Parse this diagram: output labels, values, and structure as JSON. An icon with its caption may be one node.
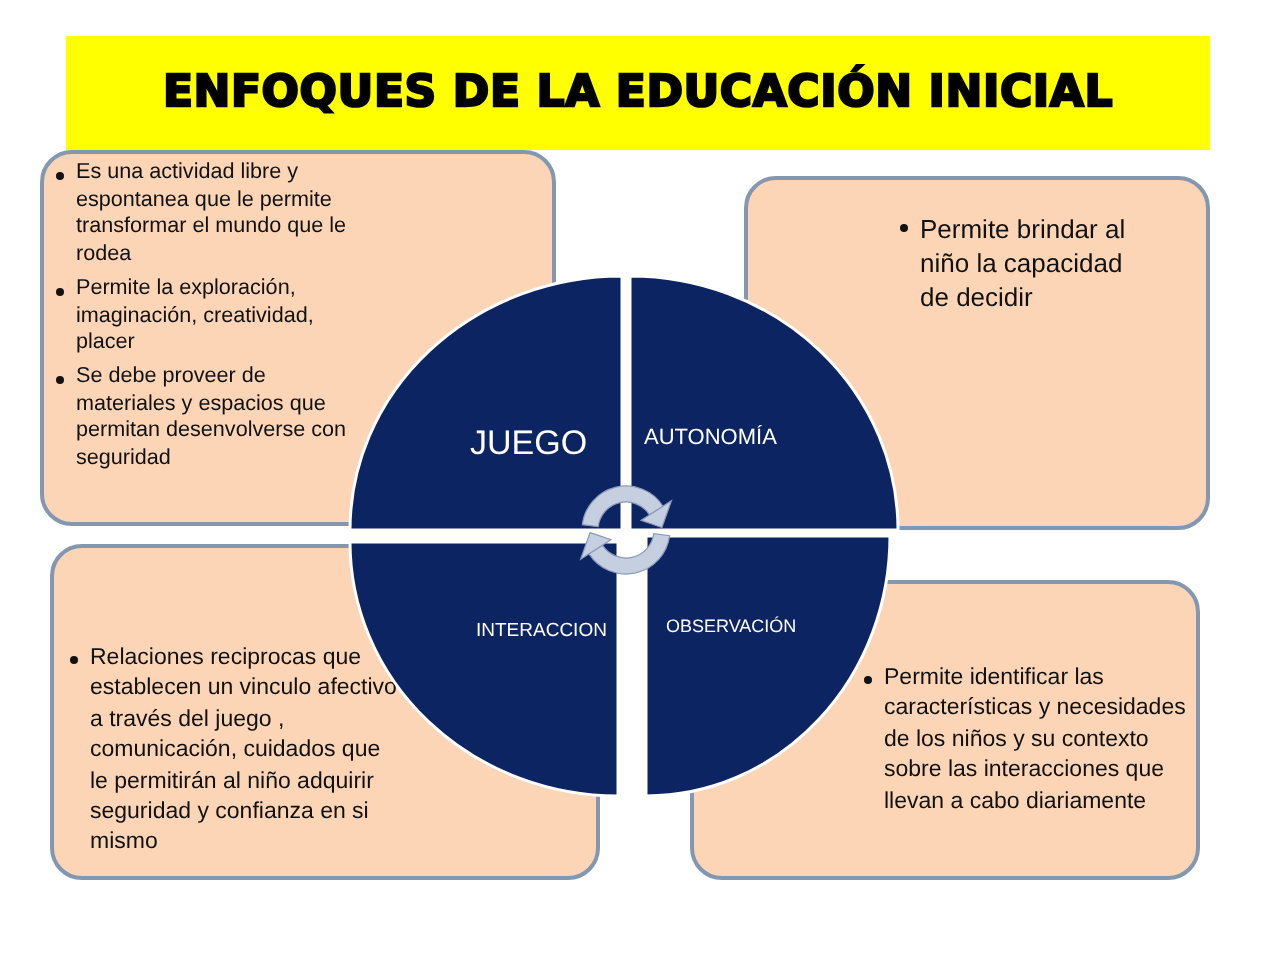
{
  "diagram": {
    "title": "ENFOQUES DE LA EDUCACIÓN INICIAL",
    "nodes": [
      {
        "text": [
          "Es una actividad libre y espontanea que le permite transformar el mundo que le rodea",
          "Permite la exploración, imaginación, creatividad, placer",
          "Se debe proveer de materiales y espacios que permitan desenvolverse con seguridad"
        ]
      },
      {
        "text": [
          "Permite brindar al niño la capacidad de decidir"
        ]
      },
      {
        "text": [
          "Relaciones reciprocas que establecen un vinculo afectivo a través del juego , comunicación, cuidados que le permitirán al niño adquirir seguridad y confianza en si mismo"
        ]
      },
      {
        "text": [
          "Permite identificar las características y necesidades  de los niños y su contexto sobre  las interacciones que  llevan a cabo diariamente"
        ]
      },
      {
        "text": [
          "JUEGO"
        ]
      },
      {
        "text": [
          "AUTONOMÍA"
        ]
      },
      {
        "text": [
          "INTERACCION"
        ]
      },
      {
        "text": [
          "OBSERVACIÓN"
        ]
      }
    ]
  }
}
